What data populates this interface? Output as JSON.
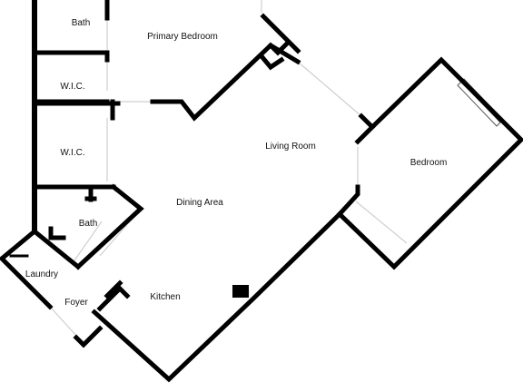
{
  "floor_plan": {
    "rooms": {
      "bath_top": "Bath",
      "primary_bedroom": "Primary Bedroom",
      "wic_upper": "W.I.C.",
      "wic_lower": "W.I.C.",
      "living_room": "Living Room",
      "bedroom": "Bedroom",
      "dining_area": "Dining Area",
      "bath_lower": "Bath",
      "laundry": "Laundry",
      "foyer": "Foyer",
      "kitchen": "Kitchen"
    },
    "colors": {
      "wall": "#000000",
      "opening": "#cfcfcf",
      "background": "#ffffff"
    }
  }
}
